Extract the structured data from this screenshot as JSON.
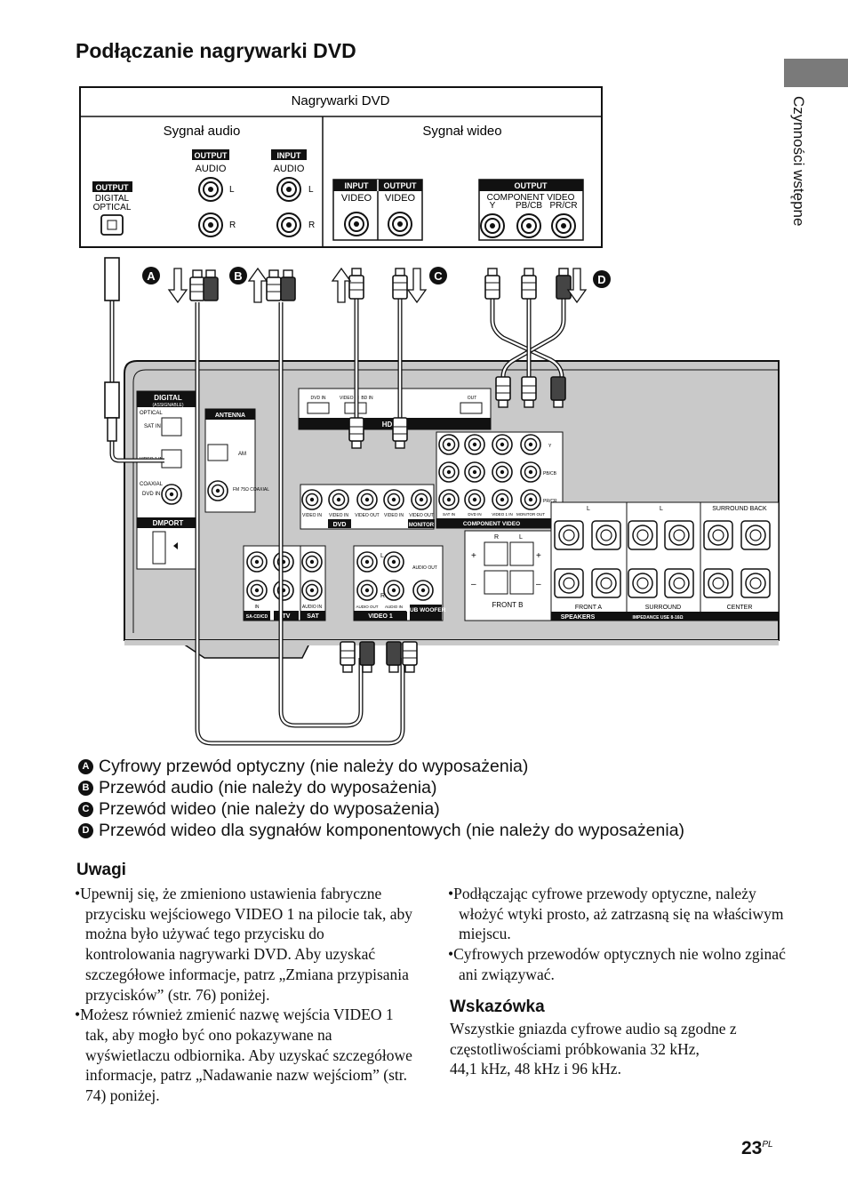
{
  "page": {
    "title": "Podłączanie nagrywarki DVD",
    "section_label": "Czynności wstępne",
    "page_number": "23",
    "page_suffix": "PL"
  },
  "diagram": {
    "device_title": "Nagrywarki DVD",
    "audio_signal": "Sygnał audio",
    "video_signal": "Sygnał wideo",
    "dvd_jacks": {
      "output": "OUTPUT",
      "input": "INPUT",
      "digital": "DIGITAL",
      "optical": "OPTICAL",
      "audio": "AUDIO",
      "video": "VIDEO",
      "component_video": "COMPONENT VIDEO",
      "y": "Y",
      "pb": "PB/CB",
      "pr": "PR/CR",
      "l": "L",
      "r": "R"
    },
    "markers": [
      "A",
      "B",
      "C",
      "D"
    ],
    "receiver": {
      "digital": "DIGITAL",
      "assignable": "(ASSIGNABLE)",
      "optical": "OPTICAL",
      "sat_in": "SAT IN",
      "video1_in": "VIDEO 1 IN",
      "coaxial": "COAXIAL",
      "dvd_in": "DVD IN",
      "antenna": "ANTENNA",
      "am": "AM",
      "fm": "FM 75Ω COAXIAL",
      "dmport": "DMPORT",
      "hdmi_dvd_in": "DVD IN",
      "hdmi_video_in": "VIDEO IN",
      "hdmi_bd_in": "BD IN",
      "hdmi_out": "OUT",
      "hdmi": "HDMI",
      "video_in": "VIDEO IN",
      "video_out": "VIDEO OUT",
      "dvd": "DVD",
      "monitor": "MONITOR",
      "video1": "VIDEO 1",
      "component_video": "COMPONENT VIDEO",
      "sat": "SAT",
      "sacd": "SA-CD/CD",
      "tv": "TV",
      "sub_woofer": "SUB WOOFER",
      "audio_out": "AUDIO OUT",
      "audio_in": "AUDIO IN",
      "in": "IN",
      "sat_in_short": "SAT IN",
      "dvd_in_short": "DVD IN",
      "video1_in_short": "VIDEO 1 IN",
      "monitor_out": "MONITOR OUT",
      "y": "Y",
      "pb": "PB/CB",
      "pr": "PR/CR",
      "front_b": "FRONT B",
      "front_a": "FRONT A",
      "surround": "SURROUND",
      "center": "CENTER",
      "surround_back": "SURROUND BACK",
      "speakers": "SPEAKERS",
      "impedance": "IMPEDANCE USE 8-16Ω",
      "l": "L",
      "r": "R",
      "plus": "+",
      "minus": "–"
    }
  },
  "legend": [
    {
      "marker": "A",
      "text": "Cyfrowy przewód optyczny (nie należy do wyposażenia)"
    },
    {
      "marker": "B",
      "text": "Przewód audio (nie należy do wyposażenia)"
    },
    {
      "marker": "C",
      "text": "Przewód wideo (nie należy do wyposażenia)"
    },
    {
      "marker": "D",
      "text": "Przewód wideo dla sygnałów komponentowych (nie należy do wyposażenia)"
    }
  ],
  "notes": {
    "heading": "Uwagi",
    "left": [
      "•Upewnij się, że zmieniono ustawienia fabryczne przycisku wejściowego VIDEO 1 na pilocie tak, aby można było używać tego przycisku do kontrolowania nagrywarki DVD. Aby uzyskać szczegółowe informacje, patrz „Zmiana przypisania przycisków” (str. 76) poniżej.",
      "•Możesz również zmienić nazwę wejścia VIDEO 1 tak, aby mogło być ono pokazywane na wyświetlaczu odbiornika. Aby uzyskać szczegółowe informacje, patrz „Nadawanie nazw wejściom” (str. 74) poniżej."
    ],
    "right": [
      "•Podłączając cyfrowe przewody optyczne, należy włożyć wtyki prosto, aż zatrzasną się na właściwym miejscu.",
      "•Cyfrowych przewodów optycznych nie wolno zginać ani związywać."
    ]
  },
  "tip": {
    "heading": "Wskazówka",
    "lines": [
      "Wszystkie gniazda cyfrowe audio są zgodne z",
      "częstotliwościami próbkowania 32 kHz,",
      "44,1 kHz, 48 kHz i 96 kHz."
    ]
  }
}
